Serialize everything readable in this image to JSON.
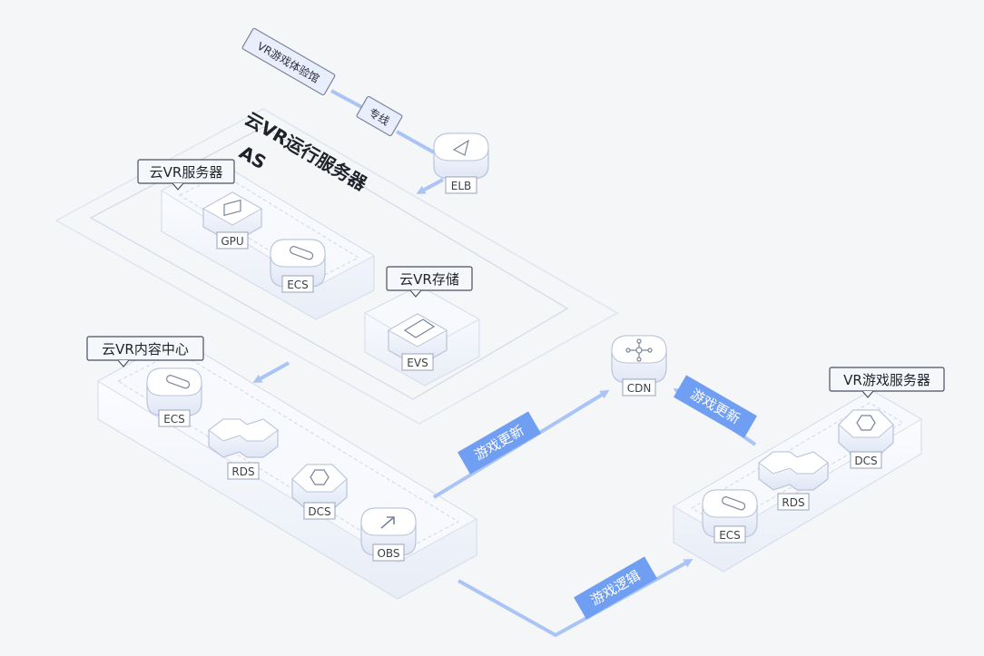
{
  "colors": {
    "background": "#f5f6f8",
    "flow_arrow": "#a9c4f5",
    "tag_fill": "#6f9ef2",
    "platform_edge": "#d8deea",
    "platform_top": "#f0f3fa"
  },
  "entry": {
    "source_label": "VR游戏体验馆",
    "line_label": "专线",
    "elb_label": "ELB"
  },
  "operation_region": {
    "title": "云VR运行服务器",
    "as_label": "AS",
    "server_callout": "云VR服务器",
    "server_nodes": {
      "gpu": "GPU",
      "ecs": "ECS"
    },
    "storage_callout": "云VR存储",
    "storage_node": "EVS"
  },
  "content_center": {
    "callout": "云VR内容中心",
    "nodes": {
      "ecs": "ECS",
      "rds": "RDS",
      "dcs": "DCS",
      "obs": "OBS"
    }
  },
  "cdn": {
    "label": "CDN"
  },
  "game_server": {
    "callout": "VR游戏服务器",
    "nodes": {
      "dcs": "DCS",
      "rds": "RDS",
      "ecs": "ECS"
    }
  },
  "flows": {
    "update_to_cdn": "游戏更新",
    "update_from_cdn": "游戏更新",
    "logic": "游戏逻辑"
  }
}
